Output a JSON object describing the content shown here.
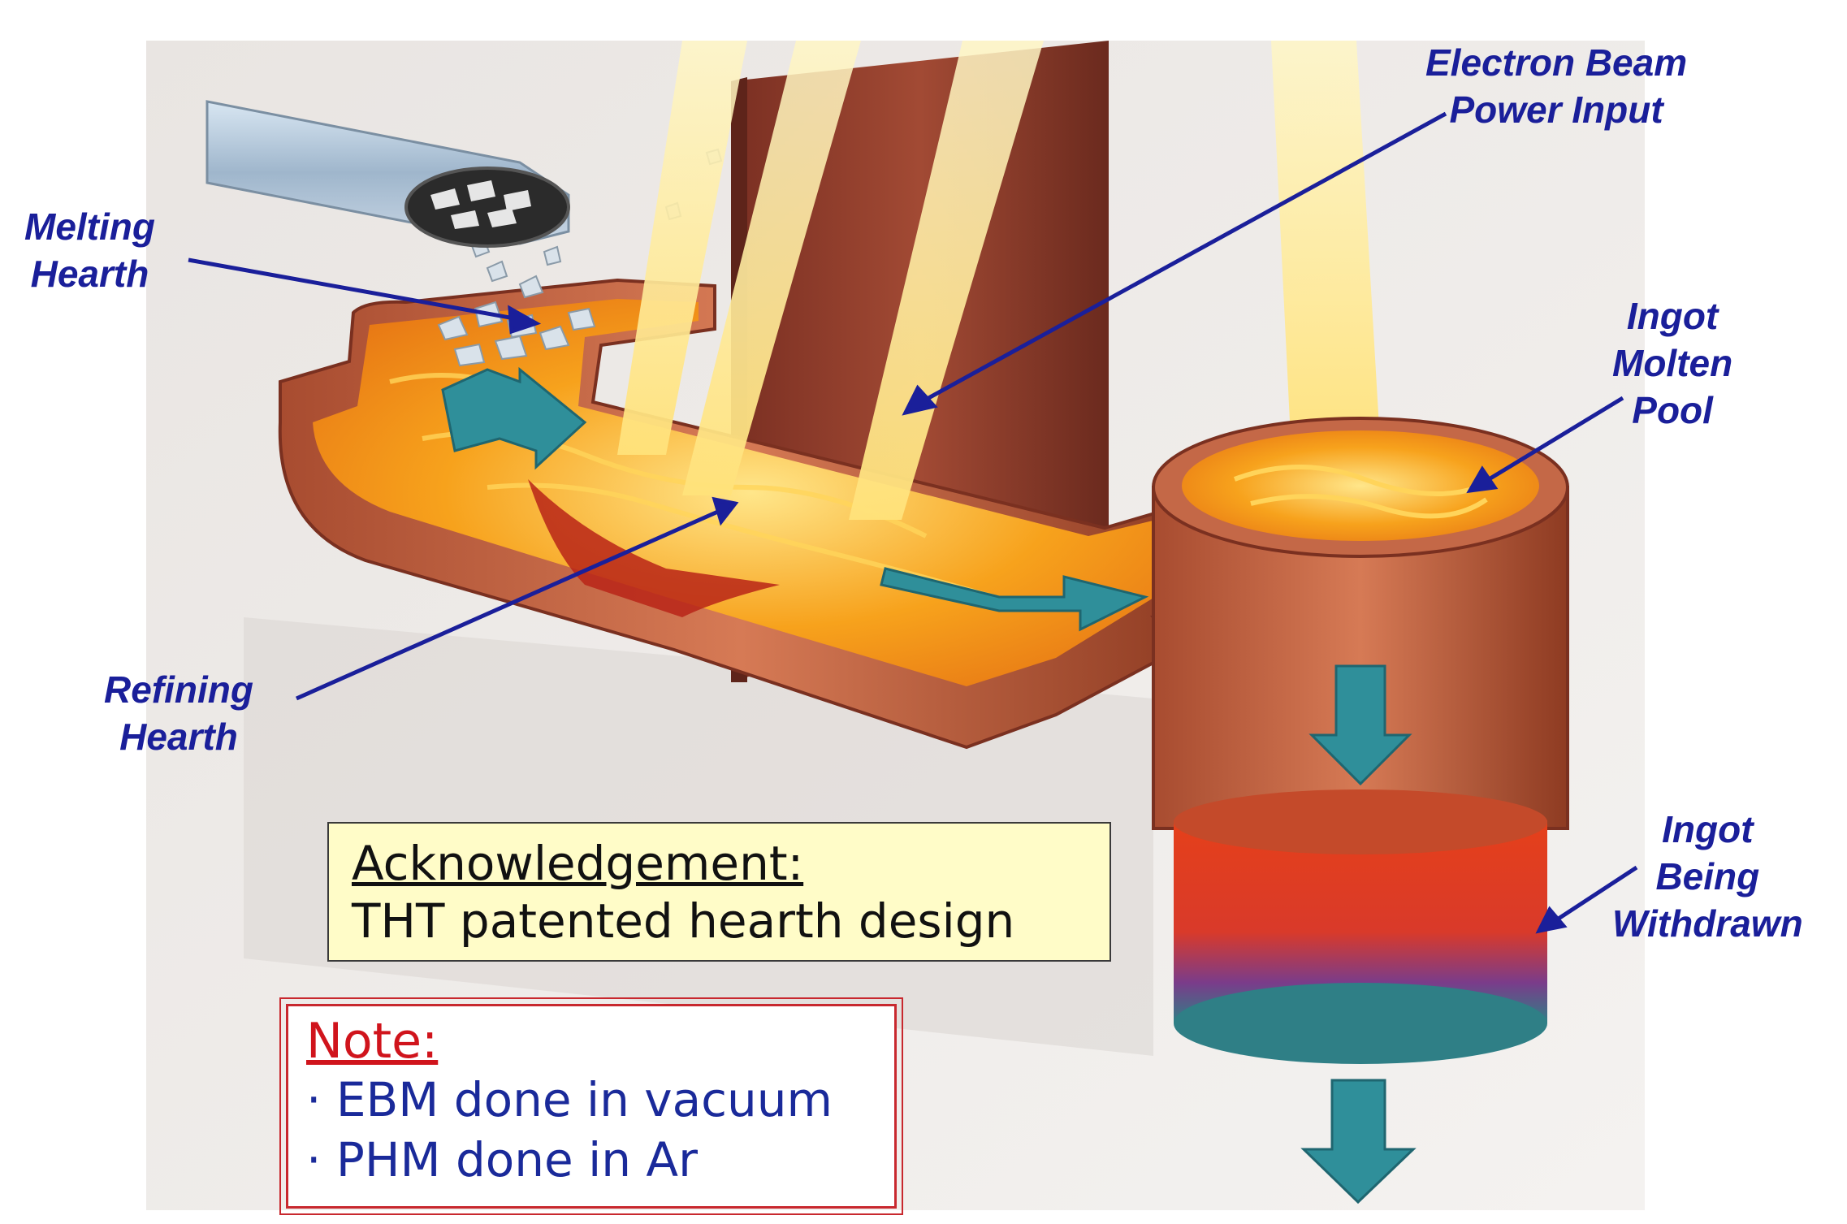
{
  "labels": {
    "electron_beam": [
      "Electron Beam",
      "Power Input"
    ],
    "melting_hearth": [
      "Melting",
      "Hearth"
    ],
    "ingot_molten_pool": [
      "Ingot",
      "Molten",
      "Pool"
    ],
    "refining_hearth": [
      "Refining",
      "Hearth"
    ],
    "ingot_withdrawn": [
      "Ingot",
      "Being",
      "Withdrawn"
    ]
  },
  "acknowledgement": {
    "title": "Acknowledgement:",
    "body": "THT patented hearth design"
  },
  "note": {
    "title": "Note:",
    "items": [
      "· EBM done in vacuum",
      "· PHM done in Ar"
    ]
  },
  "colors": {
    "label_text": "#1a1f9a",
    "copper": "#b85a3a",
    "molten": "#f5a018",
    "flow_arrow": "#2f8f9a",
    "note_border": "#c8282e",
    "ack_fill": "#fffcc8"
  }
}
